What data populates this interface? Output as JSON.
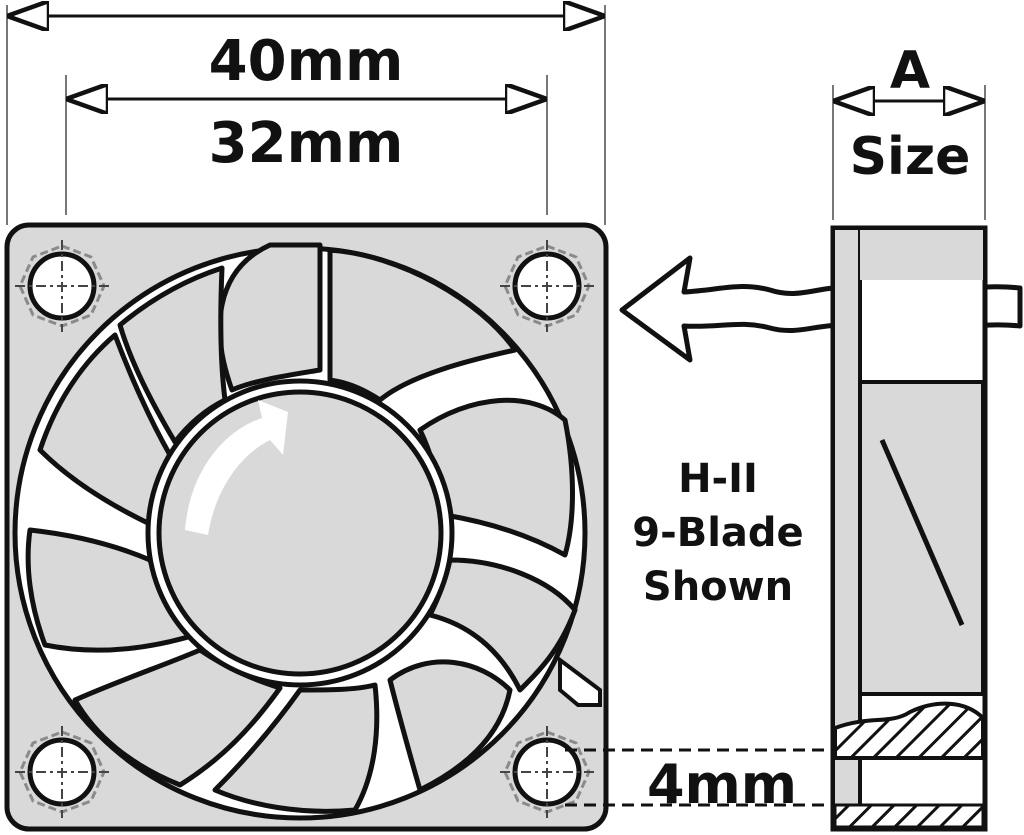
{
  "dimensions": {
    "outer_width": "40mm",
    "hole_spacing": "32mm",
    "thickness_letter": "A",
    "thickness_word": "Size",
    "mount_offset": "4mm"
  },
  "note": {
    "line1": "H-II",
    "line2": "9-Blade",
    "line3": "Shown"
  },
  "colors": {
    "frame_fill": "#d9d9d9",
    "line": "#111111",
    "background": "#ffffff",
    "screw_outline": "#8a8a8a"
  },
  "icons": {
    "airflow": "wavy-arrow-left-icon",
    "rotation": "curved-arrow-icon"
  }
}
